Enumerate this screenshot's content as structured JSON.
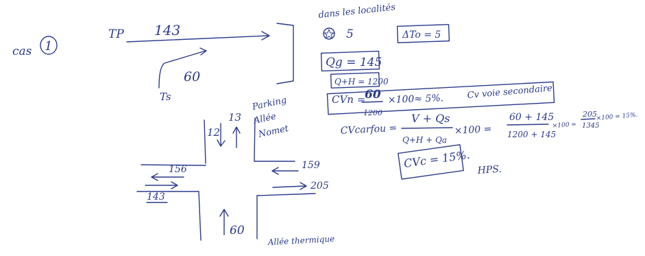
{
  "colors": {
    "ink": "#2b3a8c",
    "paper": "#ffffff"
  },
  "left": {
    "case_label": "cas",
    "case_number": "1"
  },
  "top_flows": {
    "tp_label": "TP",
    "tp_value": "143",
    "ts_label": "Ts",
    "ts_value": "60"
  },
  "intersection": {
    "north_left_value": "12",
    "north_right_value": "13",
    "parking_note_l1": "Parking",
    "parking_note_l2": "Allée",
    "parking_note_l3": "Nomet",
    "east_in_value": "159",
    "east_out_value": "205",
    "west_out_value": "156",
    "west_in_value": "143",
    "south_value": "60",
    "south_label": "Allée thermique"
  },
  "calc": {
    "header": "dans les localités",
    "star_value": "5",
    "delta_box": "ΔTo = 5",
    "qg_box": "Qg = 145",
    "qtt_box": "Q+H = 1200",
    "cvn_lhs": "CVn =",
    "cvn_num": "60",
    "cvn_den": "1200",
    "cvn_tail": "×100≈  5%.",
    "cvn_note": "Cv voie secondaire",
    "cvc_lhs": "CVcarfou =",
    "cvc_num": "V + Qs",
    "cvc_den": "Q+H + Qa",
    "cvc_mul": "×100 =",
    "cvc_num2": "60 + 145",
    "cvc_den2": "1200 + 145",
    "cvc_mul2": "×100 =",
    "cvc_num3": "205",
    "cvc_den3": "1345",
    "cvc_res": "×100 = 15%.",
    "cvc_box": "CVc = 15%.",
    "hps": "HPS."
  }
}
